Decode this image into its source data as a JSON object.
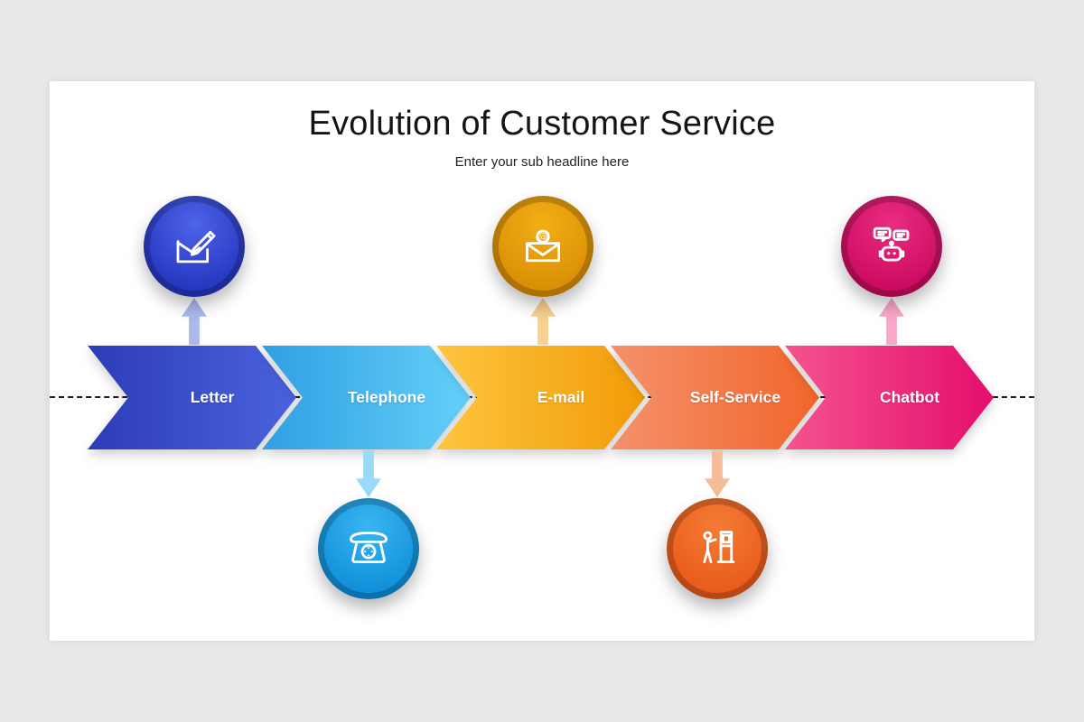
{
  "slide": {
    "title": "Evolution of Customer Service",
    "subtitle": "Enter your sub headline here",
    "background": "#ffffff",
    "page_background": "#e9e9e9"
  },
  "timeline": {
    "line_style": "dashed",
    "line_color": "#1d1d1d"
  },
  "stages": [
    {
      "label": "Letter",
      "icon": "envelope-pencil-icon",
      "circle_position": "above",
      "chevron_start": "#2c3cb6",
      "chevron_end": "#4a63dd",
      "circle_light": "#4d63e8",
      "circle_dark": "#2334bd",
      "arrow_color": "#aab9ec"
    },
    {
      "label": "Telephone",
      "icon": "telephone-icon",
      "circle_position": "below",
      "chevron_start": "#2f9fe3",
      "chevron_end": "#64d0f9",
      "circle_light": "#3ab5f2",
      "circle_dark": "#0e8ed8",
      "arrow_color": "#9bd9f8"
    },
    {
      "label": "E-mail",
      "icon": "email-at-envelope-icon",
      "circle_position": "above",
      "chevron_start": "#fdc53f",
      "chevron_end": "#f29b08",
      "circle_light": "#f3ae14",
      "circle_dark": "#d88d05",
      "arrow_color": "#f6d190"
    },
    {
      "label": "Self-Service",
      "icon": "kiosk-person-icon",
      "circle_position": "below",
      "chevron_start": "#f5916b",
      "chevron_end": "#f1662c",
      "circle_light": "#f47c34",
      "circle_dark": "#e8591a",
      "arrow_color": "#f6bb98"
    },
    {
      "label": "Chatbot",
      "icon": "chatbot-robot-icon",
      "circle_position": "above",
      "chevron_start": "#f4538f",
      "chevron_end": "#e50e6d",
      "circle_light": "#ea2c82",
      "circle_dark": "#c9095e",
      "arrow_color": "#f8a7c9"
    }
  ]
}
